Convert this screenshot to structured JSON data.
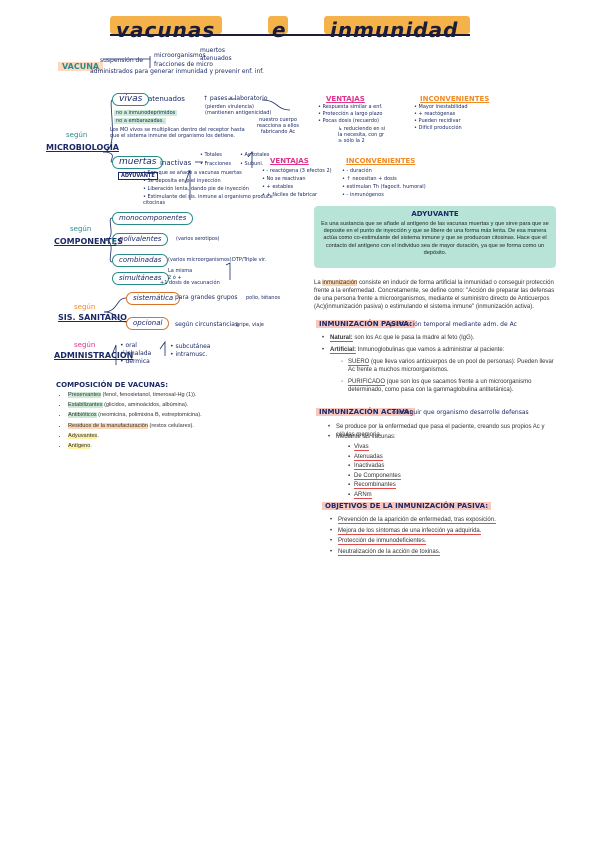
{
  "title": {
    "word1": "vacunas",
    "word2": "e",
    "word3": "inmunidad"
  },
  "vacuna": {
    "label": "VACUNA",
    "line1": "suspensión de",
    "line1b": "microorganismos",
    "line1c": "fracciones de micro",
    "muertos": "muertos",
    "atenuados_top": "atenuados",
    "line2": "administrados para generar inmunidad y prevenir enf. inf."
  },
  "microbiologia": {
    "segun": "según",
    "label": "MICROBIOLOGÍA",
    "vivas": "vivas",
    "atenuados": "atenuados",
    "vivas_desc": "↑ pases x laboratorio",
    "vivas_desc2": "(pierden virulencia)",
    "vivas_desc3": "(mantienen antigenicidad)",
    "no_inmuno": "no a inmunodeprimidos",
    "no_emb": "no a embarazadas.",
    "nuestro": "nuestro cuerpo reacciona a ellos fabricando Ac",
    "mo_text": "Los MO vivos se multiplican dentro del receptor hasta que el sistema inmune del organismo los detiene.",
    "muertas": "muertas",
    "inactivas": "inactivas",
    "totales": "• Totales",
    "fracc": "• Fracciones",
    "ac_totales": "• Ac totales",
    "subuni": "• Subuni.",
    "adyuvante_tag": "ADYUVANTE",
    "m1": "• Son que se añade a vacunas muertas",
    "m2": "• Se deposita en piel inyección",
    "m3": "• Liberación lenta, dando pie de inyección",
    "m4": "• Estimulante del sis. inmune al organismo produce citocinas"
  },
  "ventajas1": {
    "title": "VENTAJAS",
    "i1": "• Respuesta similar a enf.",
    "i2": "• Protección a largo plazo",
    "i3": "• Pocas dosis (recuerdo)",
    "i4": "↳ reduciendo en si la necesita, con gr ≥ sólo la 2"
  },
  "inconvenientes1": {
    "title": "INCONVENIENTES",
    "i1": "• Mayor inestabilidad",
    "i2": "• + reactógenas",
    "i3": "• Pueden recidivar",
    "i4": "• Difícil producción"
  },
  "ventajas2": {
    "title": "VENTAJAS",
    "i1": "• - reactógena (3 efectos 2)",
    "i2": "• No se reactivan",
    "i3": "• + estables",
    "i4": "• + fáciles de fabricar"
  },
  "inconvenientes2": {
    "title": "INCONVENIENTES",
    "i1": "• - duración",
    "i2": "• ↑ necesitan + dosis",
    "i3": "• estimulan Th (fagocit. humoral)",
    "i4": "• - inmunógenos"
  },
  "componentes": {
    "segun": "según",
    "label": "COMPONENTES",
    "monocomponentes": "monocomponentes",
    "polivalentes": "polivalentes",
    "polivalentes_note": "(varios serotipos)",
    "combinadas": "combinadas",
    "combinadas_note": "(varios microorganismos)",
    "combinadas_note2": "DTP/Triple vir.",
    "simultaneas": "simultáneas",
    "sim1": "+1 dosis de vacunación",
    "sim2": "La misma",
    "sim3": "2 ó +"
  },
  "sanitario": {
    "segun": "según",
    "label": "SIS. SANITARIO",
    "sistematica": "sistemática",
    "sist_desc": "para grandes grupos",
    "sist_note": "polio, tétanos",
    "opcional": "opcional",
    "opc_desc": "según circunstancias",
    "opc_note": "gripe, viaje"
  },
  "administracion": {
    "segun": "según",
    "label": "ADMINISTRACIÓN",
    "oral": "• oral",
    "inhalada": "• inhalada",
    "dermica": "• dérmica",
    "subcutanea": "• subcutánea",
    "intramusc": "• intramusc."
  },
  "composicion": {
    "title": "COMPOSICIÓN DE VACUNAS:",
    "items": [
      {
        "hl": "Preservantes",
        "rest": " (fenol, fenoxietanol, timerosal-Hg (1))."
      },
      {
        "hl": "Estabilizantes",
        "rest": " (glicidos, aminoácidos, albúmina)."
      },
      {
        "hl": "Antibióticos",
        "rest": " (neomicina, polimixina B, estreptomicina)."
      },
      {
        "hl": "Residuos de la manufacturación",
        "rest": " (restos celulares)."
      },
      {
        "hl": "Adyuvantes",
        "rest": "."
      },
      {
        "hl": "Antígeno",
        "rest": "."
      }
    ]
  },
  "adyuvante": {
    "title": "ADYUVANTE",
    "body": "Es una sustancia que se añade al antígeno de las vacunas muertas y que sirve para que se deposite en el punto de inyección y que se libere de una forma más lenta. De esa manera actúa como co-estimulante del sistema inmune y que se produzcan citosinas. Hace que el contacto del antígeno con el individuo sea de mayor duración, ya que se forma como un depósito."
  },
  "inmunizacion": {
    "p1a": "La ",
    "p1hl": "inmunización",
    "p1b": " consiste en inducir de forma artificial la inmunidad o conseguir protección frente a la enfermedad. Concretamente, se define como: \"Acción de preparar las defensas de una persona frente a microorganismos, mediante el suministro directo de Anticuerpos (Ac)(inmunización pasiva) o estimulando el sistema inmune\" (inmunización activa)."
  },
  "pasiva": {
    "title": "INMUNIZACIÓN PASIVA:",
    "subtitle": "protección temporal mediante adm. de Ac",
    "natural_label": "Natural:",
    "natural_text": " son los Ac que le pasa la madre al feto (IgG).",
    "artificial_label": "Artificial:",
    "artificial_text": " Inmunoglobulinas que vamos a administrar al paciente:",
    "suero_label": "SUERO",
    "suero_text": " (que lleva varios anticuerpos de un pool de personas): Pueden llevar Ac frente a muchos microorganismos.",
    "purif_label": "PURIFICADO",
    "purif_text": " (que son los que sacamos frente a un microorganismo determinado, como pasa con la gammaglobulina antitetánica)."
  },
  "activa": {
    "title": "INMUNIZACIÓN ACTIVA:",
    "subtitle": "conseguir que organismo desarrolle defensas",
    "i1": "Se produce por la enfermedad que pasa el paciente, creando sus propios Ac y células memoria.",
    "i2": "Mediante las vacunas:",
    "sub": [
      "Vivas",
      "Atenuadas",
      "Inactivadas",
      "De Componentes",
      "Recombinantes",
      "ARNm"
    ]
  },
  "objetivos": {
    "title": "OBJETIVOS DE LA INMUNIZACIÓN PASIVA:",
    "items": [
      "Prevención de la aparición de enfermedad, tras exposición.",
      "Mejora de los síntomas de una infección ya adquirida.",
      "Protección de inmunodeficientes.",
      "Neutralización de la acción de toxinas."
    ]
  }
}
